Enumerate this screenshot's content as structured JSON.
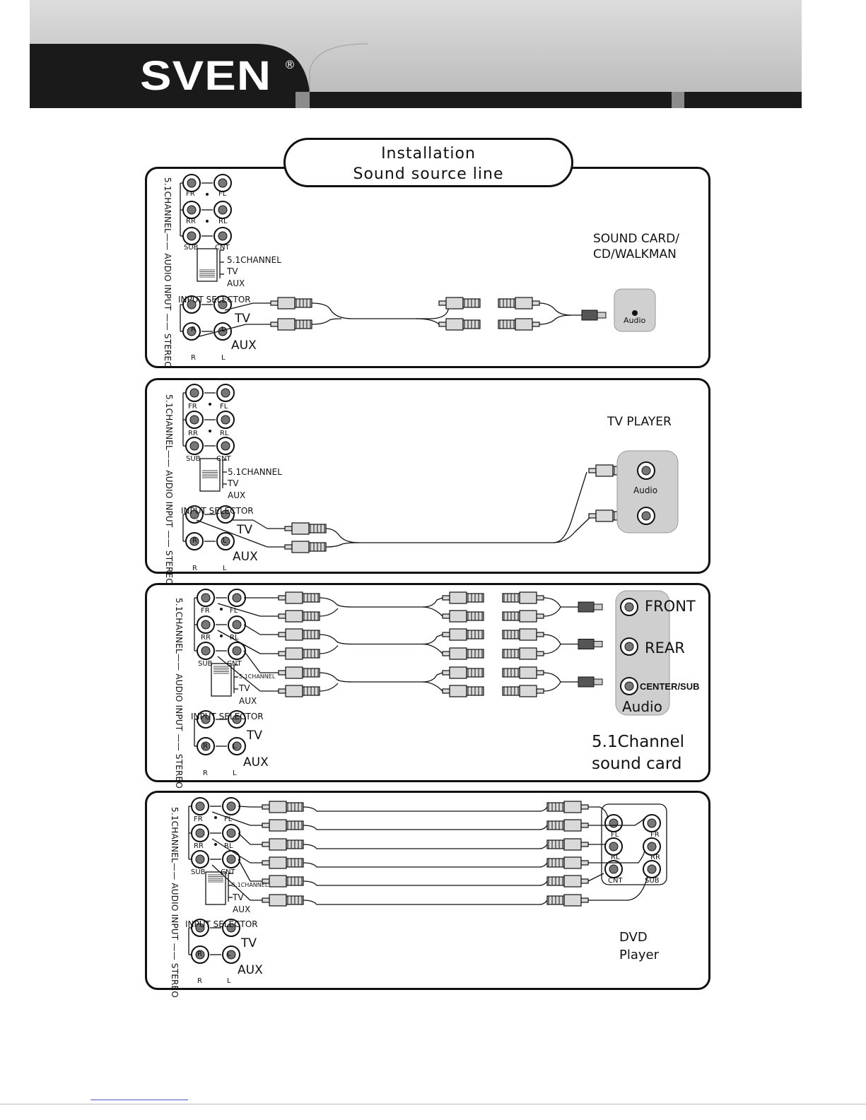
{
  "header": {
    "brand": "SVEN",
    "registered": "®"
  },
  "title": {
    "line1": "Installation",
    "line2": "Sound source line"
  },
  "panel_labels": {
    "channel": "5.1CHANNEL",
    "audio_input": "AUDIO INPUT",
    "stereo": "STEREO",
    "fr": "FR",
    "fl": "FL",
    "rr": "RR",
    "rl": "RL",
    "sub": "SUB",
    "cnt": "CNT",
    "sel_51": "5.1CHANNEL",
    "sel_tv": "TV",
    "sel_aux": "AUX",
    "input_selector": "INPUT SELECTOR",
    "tv": "TV",
    "aux": "AUX",
    "r": "R",
    "l": "L"
  },
  "panels": [
    {
      "source_label_1": "SOUND CARD/",
      "source_label_2": "CD/WALKMAN",
      "device_text": "Audio"
    },
    {
      "source_label_1": "TV  PLAYER",
      "device_text": "Audio"
    },
    {
      "front": "FRONT",
      "rear": "REAR",
      "center_sub": "CENTER/SUB",
      "device_text": "Audio",
      "caption_1": "5.1Channel",
      "caption_2": "sound card"
    },
    {
      "fl": "FL",
      "fr": "FR",
      "rl": "RL",
      "rr": "RR",
      "cnt": "CNT",
      "sub": "SUB",
      "caption_1": "DVD",
      "caption_2": "Player"
    }
  ],
  "colors": {
    "ink": "#111111",
    "header_dark": "#1a1a1a",
    "header_light": "#c8c8c8",
    "plug_fill": "#d9d9d9"
  }
}
